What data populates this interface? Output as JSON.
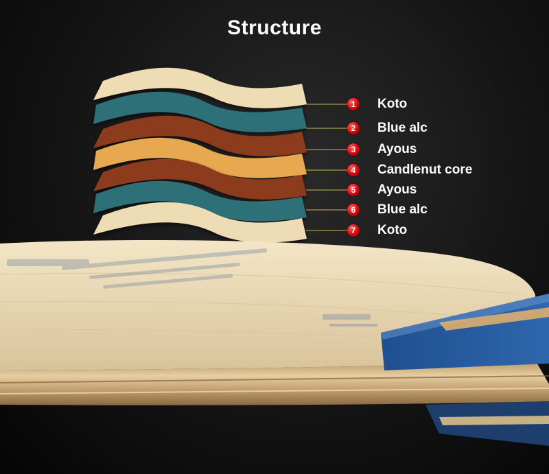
{
  "title": "Structure",
  "layers": [
    {
      "number": "1",
      "name": "Koto",
      "color": "#eedcb5"
    },
    {
      "number": "2",
      "name": "Blue alc",
      "color": "#2f6f78"
    },
    {
      "number": "3",
      "name": "Ayous",
      "color": "#8c3a1c"
    },
    {
      "number": "4",
      "name": "Candlenut core",
      "color": "#e8a850"
    },
    {
      "number": "5",
      "name": "Ayous",
      "color": "#8c3a1c"
    },
    {
      "number": "6",
      "name": "Blue alc",
      "color": "#2f6f78"
    },
    {
      "number": "7",
      "name": "Koto",
      "color": "#eedcb5"
    }
  ],
  "colors": {
    "badge": "#d40000",
    "leader_line": "#c8b45a",
    "blade_wood": "#ecdcb8",
    "blade_handle_blue": "#2e5b9a"
  }
}
